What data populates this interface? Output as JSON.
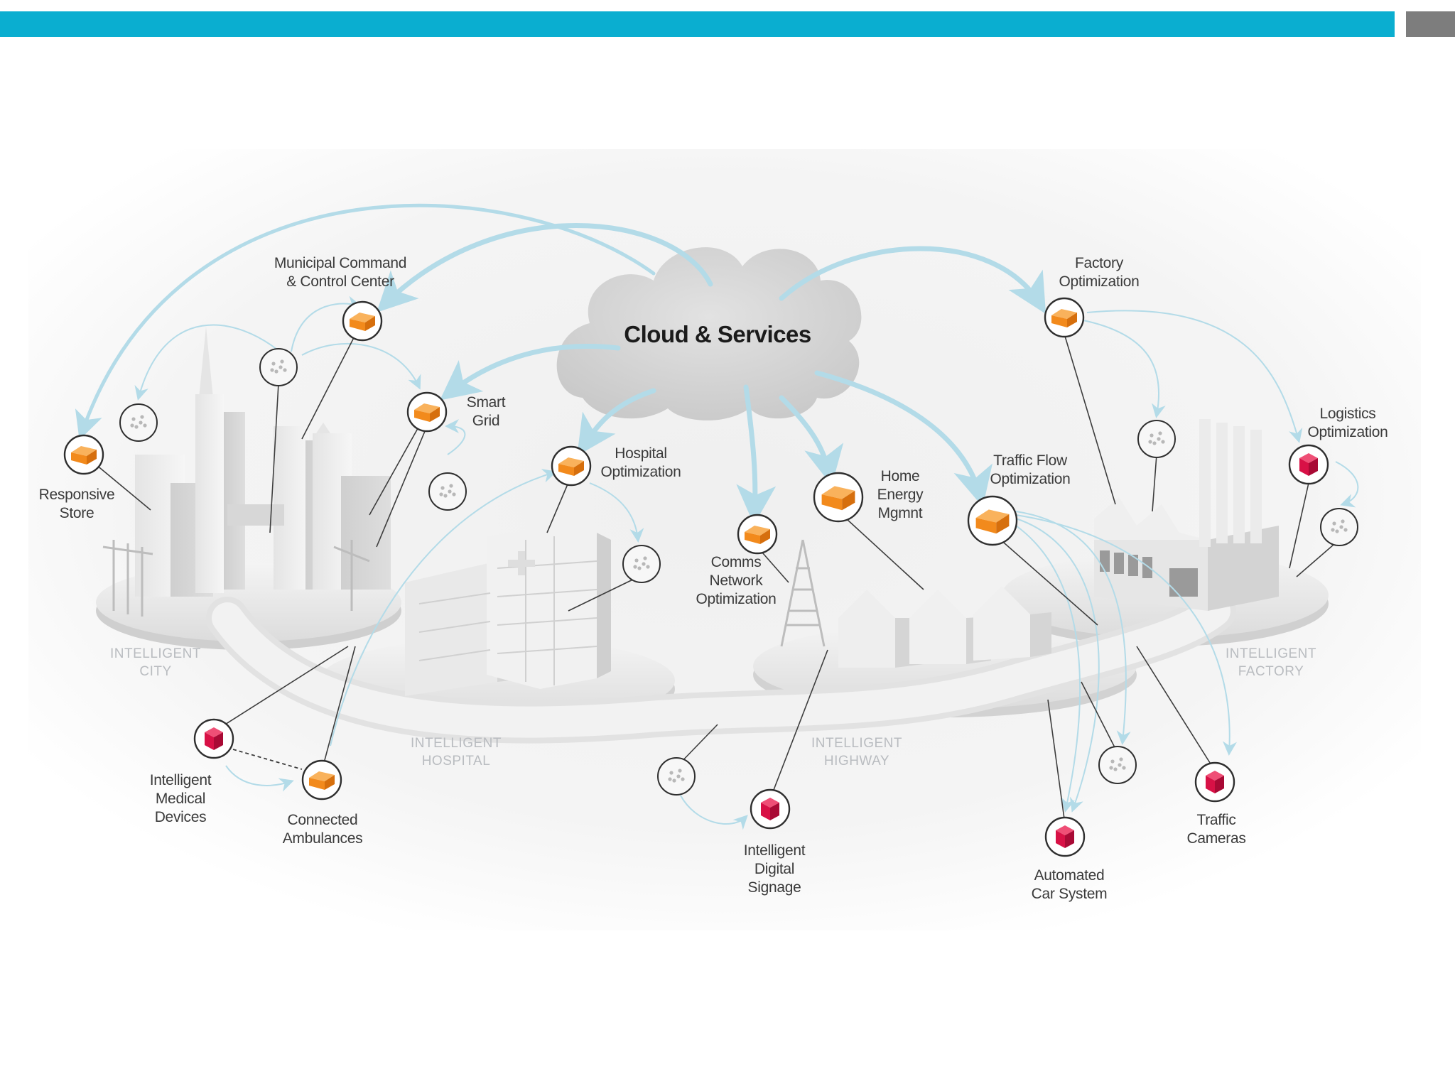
{
  "colors": {
    "header_bar": "#0aaed0",
    "header_tab": "#7d7d7d",
    "flow_arrow": "#b3dbe8",
    "edge_device": "#d81146",
    "gateway": "#f28a1c",
    "cloud": "#d7d7d7"
  },
  "cloud": {
    "title": "Cloud & Services"
  },
  "zones": {
    "city": "INTELLIGENT\nCITY",
    "hospital": "INTELLIGENT\nHOSPITAL",
    "highway": "INTELLIGENT\nHIGHWAY",
    "factory": "INTELLIGENT\nFACTORY"
  },
  "nodes": {
    "municipal": {
      "label": "Municipal Command\n& Control Center",
      "type": "gateway"
    },
    "smart_grid": {
      "label": "Smart\nGrid",
      "type": "gateway"
    },
    "responsive_store": {
      "label": "Responsive\nStore",
      "type": "gateway"
    },
    "hospital_opt": {
      "label": "Hospital\nOptimization",
      "type": "gateway"
    },
    "comms": {
      "label": "Comms\nNetwork\nOptimization",
      "type": "gateway"
    },
    "home_energy": {
      "label": "Home\nEnergy\nMgmnt",
      "type": "gateway"
    },
    "traffic_flow": {
      "label": "Traffic Flow\nOptimization",
      "type": "gateway"
    },
    "factory_opt": {
      "label": "Factory\nOptimization",
      "type": "gateway"
    },
    "logistics": {
      "label": "Logistics\nOptimization",
      "type": "device"
    },
    "medical": {
      "label": "Intelligent\nMedical\nDevices",
      "type": "device"
    },
    "ambulances": {
      "label": "Connected\nAmbulances",
      "type": "gateway"
    },
    "signage": {
      "label": "Intelligent\nDigital\nSignage",
      "type": "device"
    },
    "car_system": {
      "label": "Automated\nCar System",
      "type": "device"
    },
    "traffic_cameras": {
      "label": "Traffic\nCameras",
      "type": "device"
    }
  }
}
